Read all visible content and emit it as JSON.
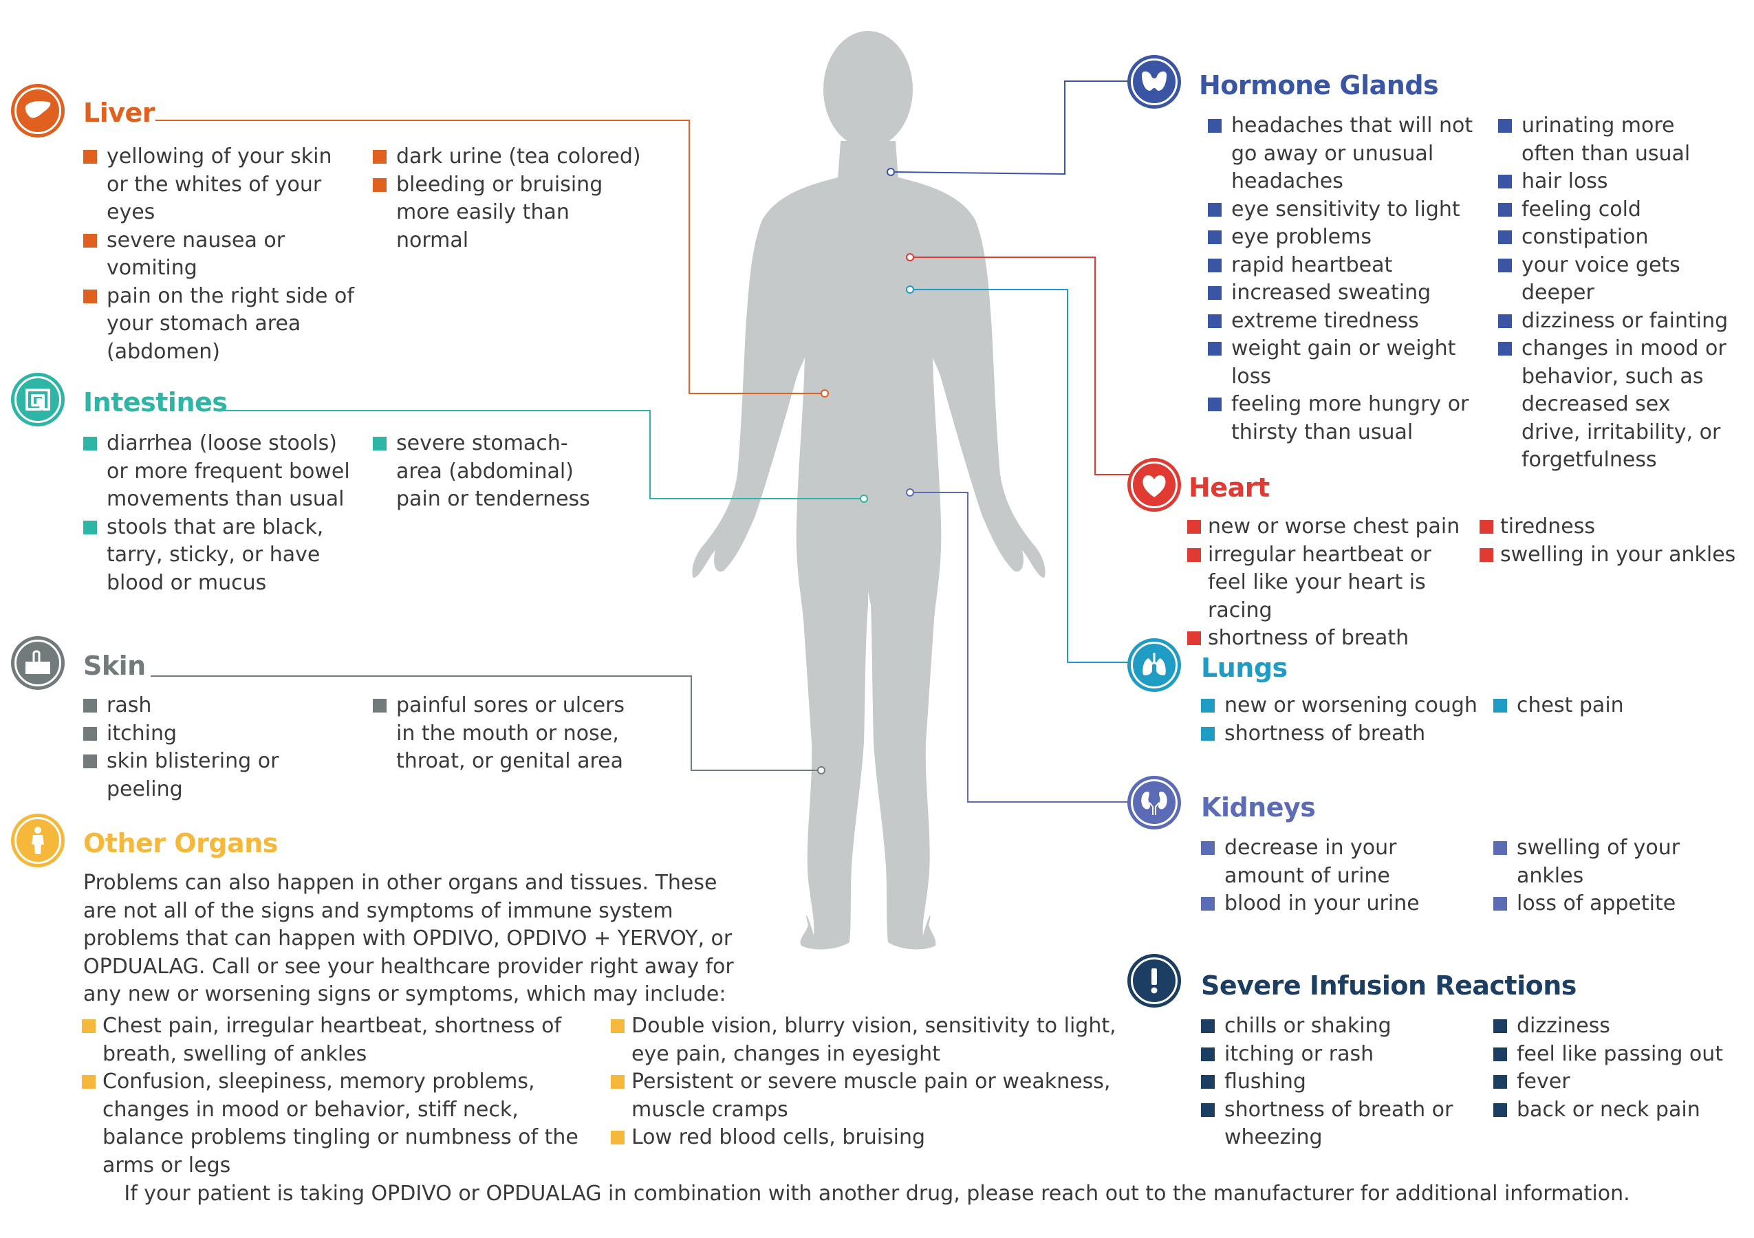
{
  "colors": {
    "liver": "#e0601f",
    "intestines": "#2db5a5",
    "skin": "#727b7c",
    "other": "#f6b83a",
    "hormone": "#3a55a4",
    "heart": "#e03a33",
    "lungs": "#1f9cc4",
    "kidneys": "#5c6bb6",
    "severe": "#1b3e62",
    "body": "#c5c9c9"
  },
  "sections": {
    "liver": {
      "icon": "liver-icon",
      "title": "Liver",
      "col1": [
        "yellowing of your skin or the whites of your eyes",
        "severe nausea or vomiting",
        "pain on the right side of your stomach area (abdomen)"
      ],
      "col2": [
        "dark urine (tea colored)",
        "bleeding or bruising more easily than normal"
      ]
    },
    "intestines": {
      "icon": "intestines-icon",
      "title": "Intestines",
      "col1": [
        "diarrhea (loose stools) or more frequent bowel movements than usual",
        "stools that are black, tarry, sticky, or have blood or mucus"
      ],
      "col2": [
        "severe stomach-area (abdominal) pain or tenderness"
      ]
    },
    "skin": {
      "icon": "skin-icon",
      "title": "Skin",
      "col1": [
        "rash",
        "itching",
        "skin blistering or peeling"
      ],
      "col2": [
        "painful sores or ulcers in the mouth or nose, throat, or genital area"
      ]
    },
    "other": {
      "icon": "person-icon",
      "title": "Other Organs",
      "text": "Problems can also happen in other organs and tissues. These are not all of the signs and symptoms of immune system problems that can happen with OPDIVO, OPDIVO + YERVOY, or OPDUALAG. Call or see your healthcare provider right away for any new or worsening signs or symptoms, which may include:",
      "col1": [
        "Chest pain, irregular heartbeat, shortness of breath, swelling of ankles",
        "Confusion, sleepiness, memory problems, changes in mood or behavior, stiff neck, balance problems tingling or numbness of the arms or legs"
      ],
      "col2": [
        "Double vision, blurry vision, sensitivity to light, eye pain, changes in eyesight",
        "Persistent or severe muscle pain or weakness, muscle cramps",
        "Low red blood cells, bruising"
      ]
    },
    "hormone": {
      "icon": "thyroid-icon",
      "title": "Hormone Glands",
      "col1": [
        "headaches that will not go away or unusual headaches",
        "eye sensitivity to light",
        "eye problems",
        "rapid heartbeat",
        "increased sweating",
        "extreme tiredness",
        "weight gain or weight loss",
        "feeling more hungry or thirsty than usual"
      ],
      "col2": [
        "urinating more often than usual",
        "hair loss",
        "feeling cold",
        "constipation",
        "your voice gets deeper",
        "dizziness or fainting",
        "changes in mood or behavior, such as decreased sex drive, irritability, or forgetfulness"
      ]
    },
    "heart": {
      "icon": "heart-icon",
      "title": "Heart",
      "col1": [
        "new or worse chest pain",
        "irregular heartbeat or feel like your heart is racing",
        "shortness of breath"
      ],
      "col2": [
        "tiredness",
        "swelling in your ankles"
      ]
    },
    "lungs": {
      "icon": "lungs-icon",
      "title": "Lungs",
      "col1": [
        "new or worsening cough",
        "shortness of breath"
      ],
      "col2": [
        "chest pain"
      ]
    },
    "kidneys": {
      "icon": "kidneys-icon",
      "title": "Kidneys",
      "col1": [
        "decrease in your amount of urine",
        "blood in your urine"
      ],
      "col2": [
        "swelling of your ankles",
        "loss of appetite"
      ]
    },
    "severe": {
      "icon": "exclamation-icon",
      "title": "Severe Infusion Reactions",
      "col1": [
        "chills or shaking",
        "itching or rash",
        "flushing",
        "shortness of breath or wheezing"
      ],
      "col2": [
        "dizziness",
        "feel like passing out",
        "fever",
        "back or neck pain"
      ]
    }
  },
  "footnote": "If your patient is taking OPDIVO or OPDUALAG in combination with another drug, please reach out to the manufacturer for additional information."
}
